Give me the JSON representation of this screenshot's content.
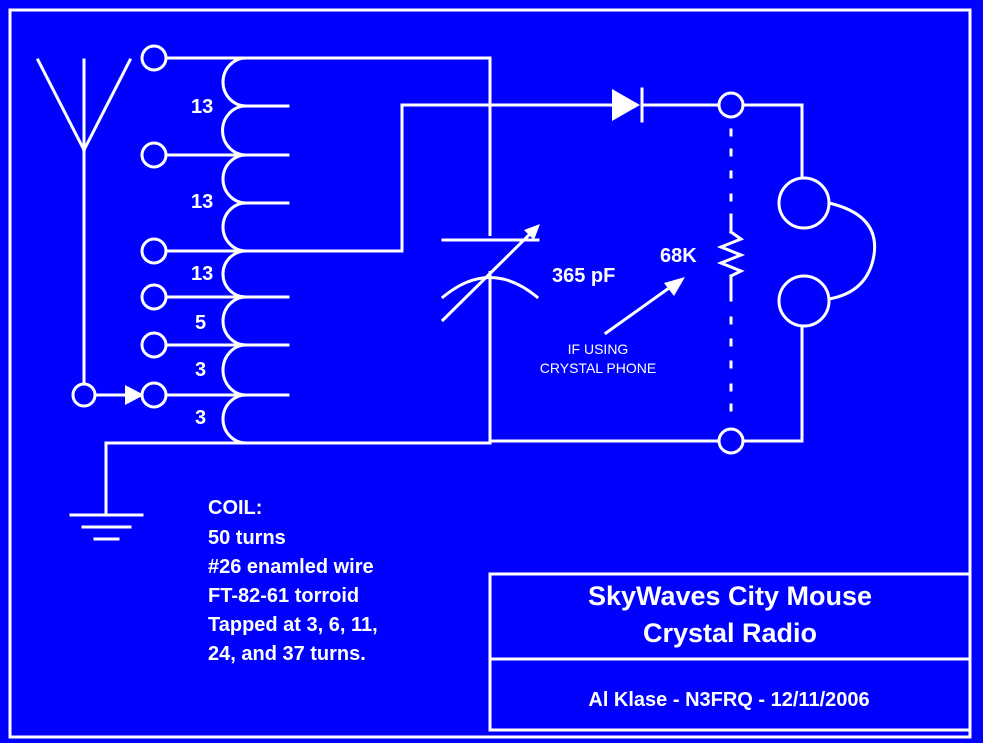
{
  "colors": {
    "background": "#0000ff",
    "line": "#ffffff"
  },
  "coil_segments": [
    "13",
    "13",
    "13",
    "5",
    "3",
    "3"
  ],
  "capacitor": {
    "label": "365 pF"
  },
  "resistor": {
    "label": "68K"
  },
  "note": {
    "line1": "IF USING",
    "line2": "CRYSTAL PHONE"
  },
  "coil_info": [
    "COIL:",
    "50 turns",
    "#26 enamled wire",
    "FT-82-61 torroid",
    "Tapped at 3, 6, 11,",
    "24, and 37 turns."
  ],
  "title_block": {
    "title_line1": "SkyWaves City Mouse",
    "title_line2": "Crystal Radio",
    "author": "Al Klase - N3FRQ - 12/11/2006"
  }
}
